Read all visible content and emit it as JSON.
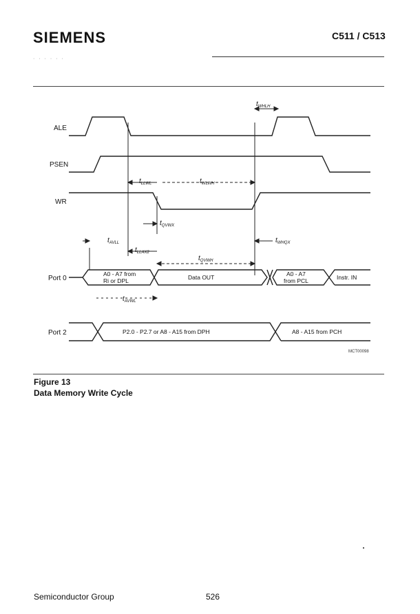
{
  "header": {
    "brand": "SIEMENS",
    "doc_id": "C511 / C513"
  },
  "figure": {
    "number": "Figure 13",
    "caption": "Data Memory Write Cycle",
    "signals": [
      "ALE",
      "PSEN",
      "WR",
      "Port 0",
      "Port 2"
    ],
    "timing": {
      "whlh": "t",
      "whlh_sub": "WHLH",
      "llwl": "t",
      "llwl_sub": "LLWL",
      "wlwh": "t",
      "wlwh_sub": "WLWH",
      "qvwx": "t",
      "qvwx_sub": "QVWX",
      "avll": "t",
      "avll_sub": "AVLL",
      "llax2": "t",
      "llax2_sub": "LLAX2",
      "whqx": "t",
      "whqx_sub": "WHQX",
      "qvwh": "t",
      "qvwh_sub": "QVWH",
      "avwl": "t",
      "avwl_sub": "AVWL"
    },
    "bus_labels": {
      "p0_addr_line1": "A0 - A7  from",
      "p0_addr_line2": "Ri or DPL",
      "p0_data": "Data OUT",
      "p0_pcl_line1": "A0 - A7",
      "p0_pcl_line2": "from PCL",
      "p0_instr": "Instr. IN",
      "p2_addr": "P2.0 - P2.7  or  A8 - A15  from  DPH",
      "p2_pch": "A8 - A15  from  PCH"
    },
    "figure_code": "MCT00098"
  },
  "footer": {
    "left": "Semiconductor Group",
    "page": "526"
  }
}
